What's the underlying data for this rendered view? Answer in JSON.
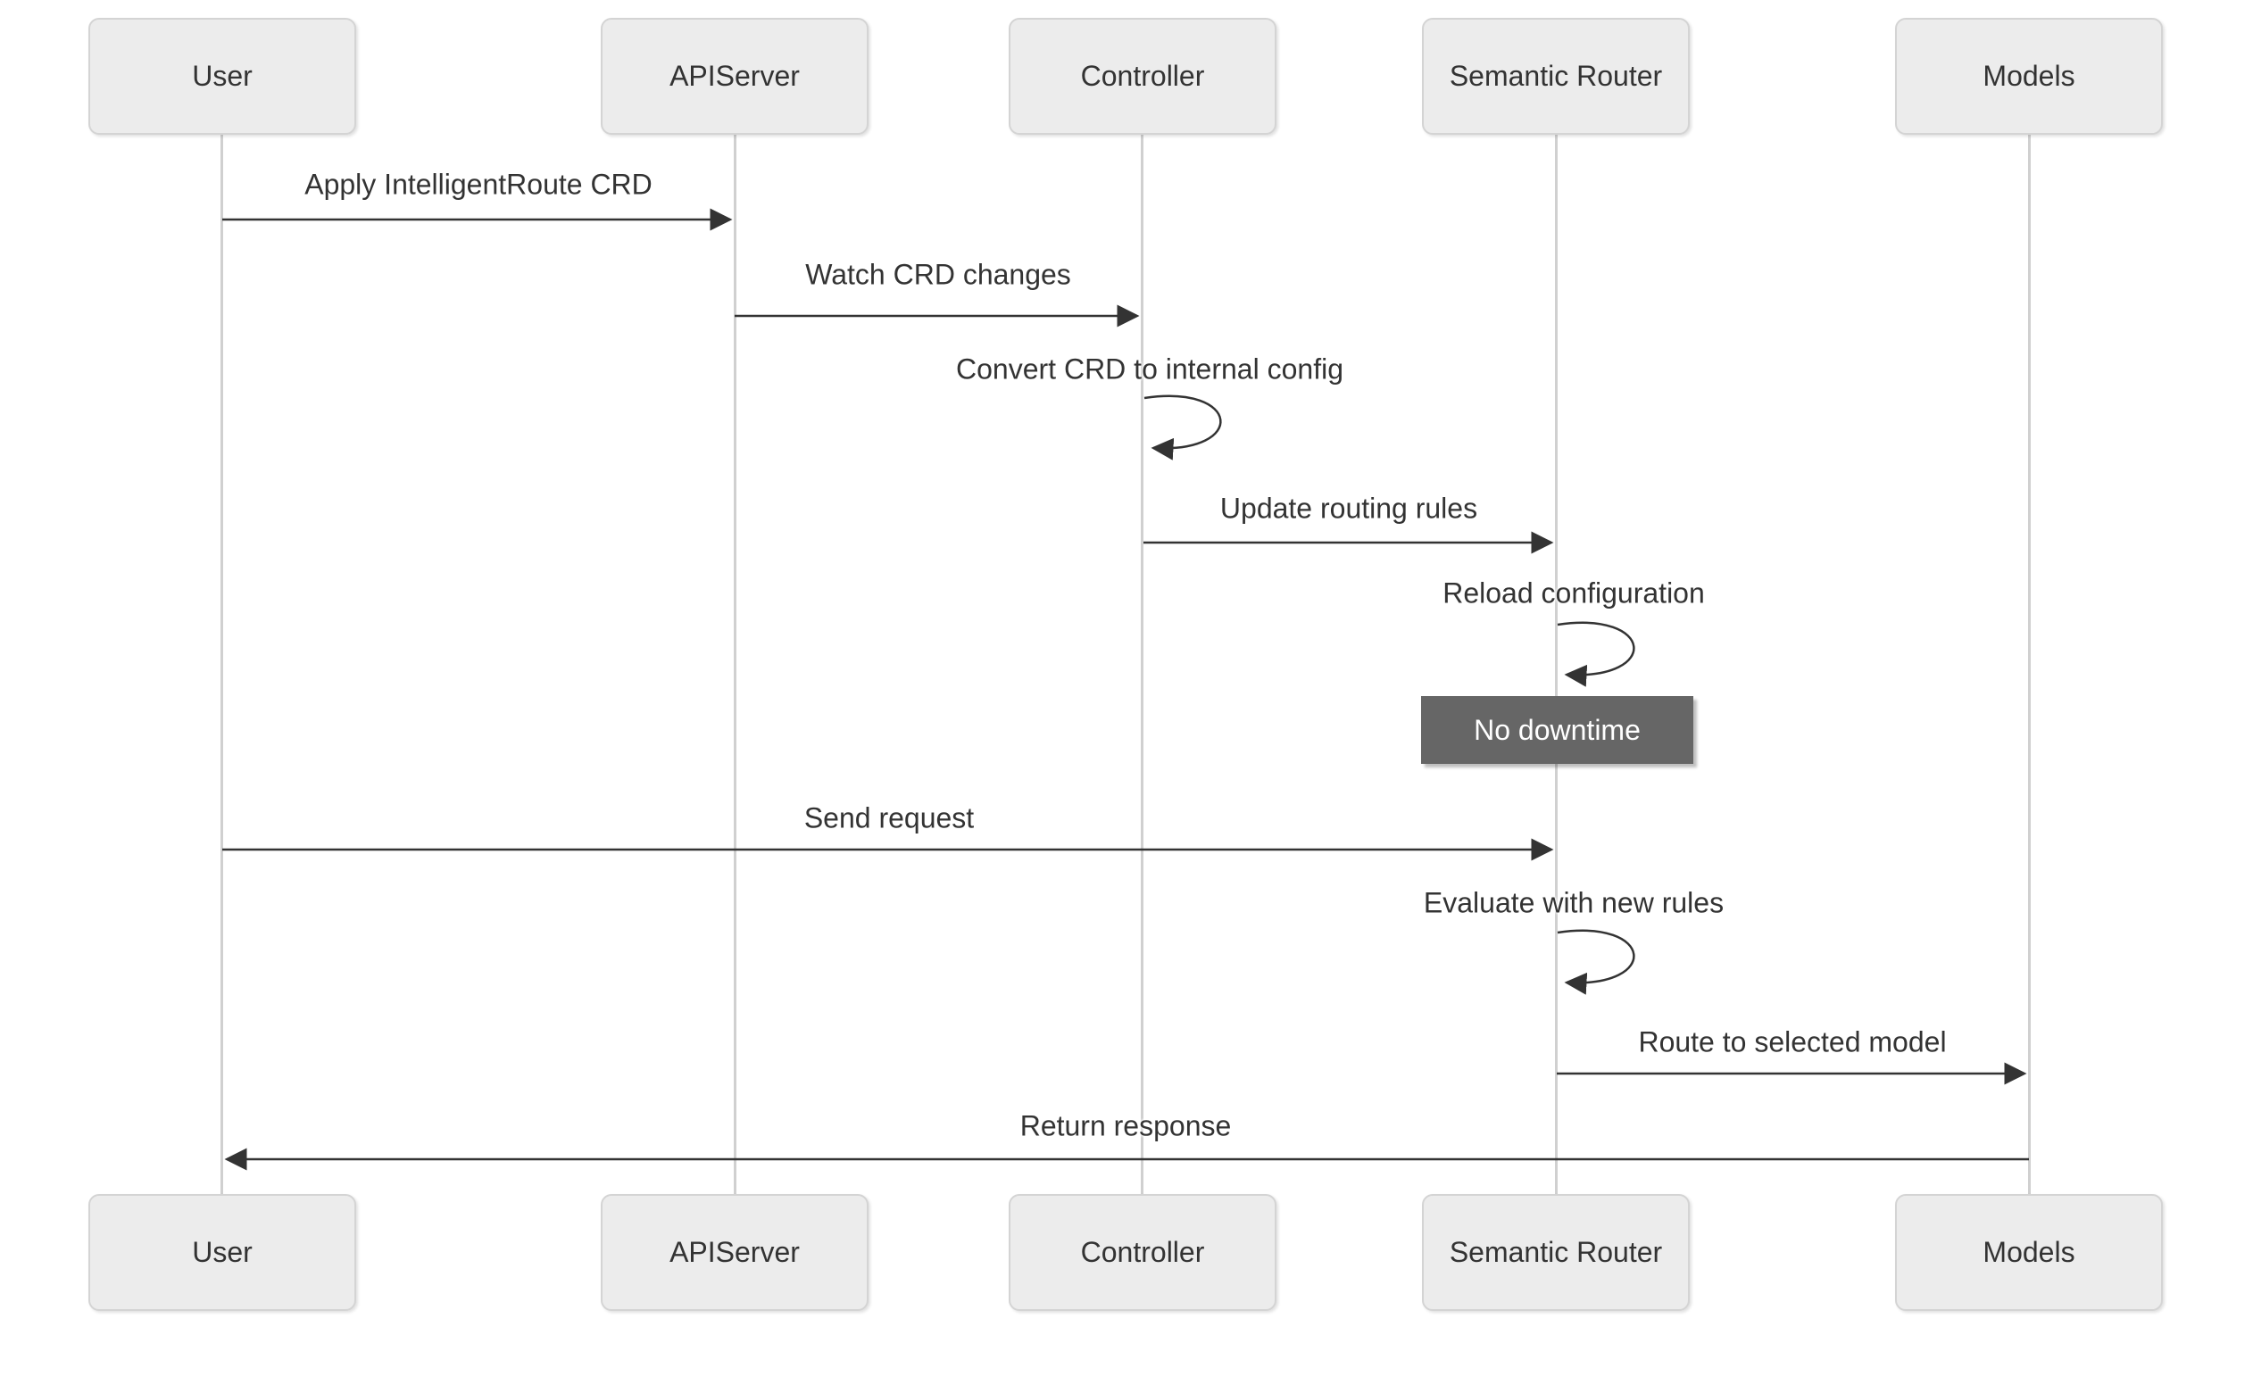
{
  "diagram": {
    "type": "sequence-diagram",
    "colors": {
      "background": "#ffffff",
      "actor_fill": "#ececec",
      "actor_border": "#d4d4d4",
      "lifeline": "#d0d0d0",
      "arrow": "#333333",
      "text": "#333333",
      "note_fill": "#666666",
      "note_text": "#ffffff"
    },
    "actors": [
      {
        "label": "User"
      },
      {
        "label": "APIServer"
      },
      {
        "label": "Controller"
      },
      {
        "label": "Semantic Router"
      },
      {
        "label": "Models"
      }
    ],
    "messages": [
      {
        "label": "Apply IntelligentRoute CRD",
        "from": "User",
        "to": "APIServer",
        "kind": "solid-arrow"
      },
      {
        "label": "Watch CRD changes",
        "from": "APIServer",
        "to": "Controller",
        "kind": "solid-arrow"
      },
      {
        "label": "Convert CRD to internal config",
        "from": "Controller",
        "to": "Controller",
        "kind": "self-loop"
      },
      {
        "label": "Update routing rules",
        "from": "Controller",
        "to": "Semantic Router",
        "kind": "solid-arrow"
      },
      {
        "label": "Reload configuration",
        "from": "Semantic Router",
        "to": "Semantic Router",
        "kind": "self-loop"
      },
      {
        "label": "Send request",
        "from": "User",
        "to": "Semantic Router",
        "kind": "solid-arrow"
      },
      {
        "label": "Evaluate with new rules",
        "from": "Semantic Router",
        "to": "Semantic Router",
        "kind": "self-loop"
      },
      {
        "label": "Route to selected model",
        "from": "Semantic Router",
        "to": "Models",
        "kind": "solid-arrow"
      },
      {
        "label": "Return response",
        "from": "Models",
        "to": "User",
        "kind": "solid-arrow"
      }
    ],
    "note": {
      "label": "No downtime",
      "over": "Semantic Router"
    }
  }
}
